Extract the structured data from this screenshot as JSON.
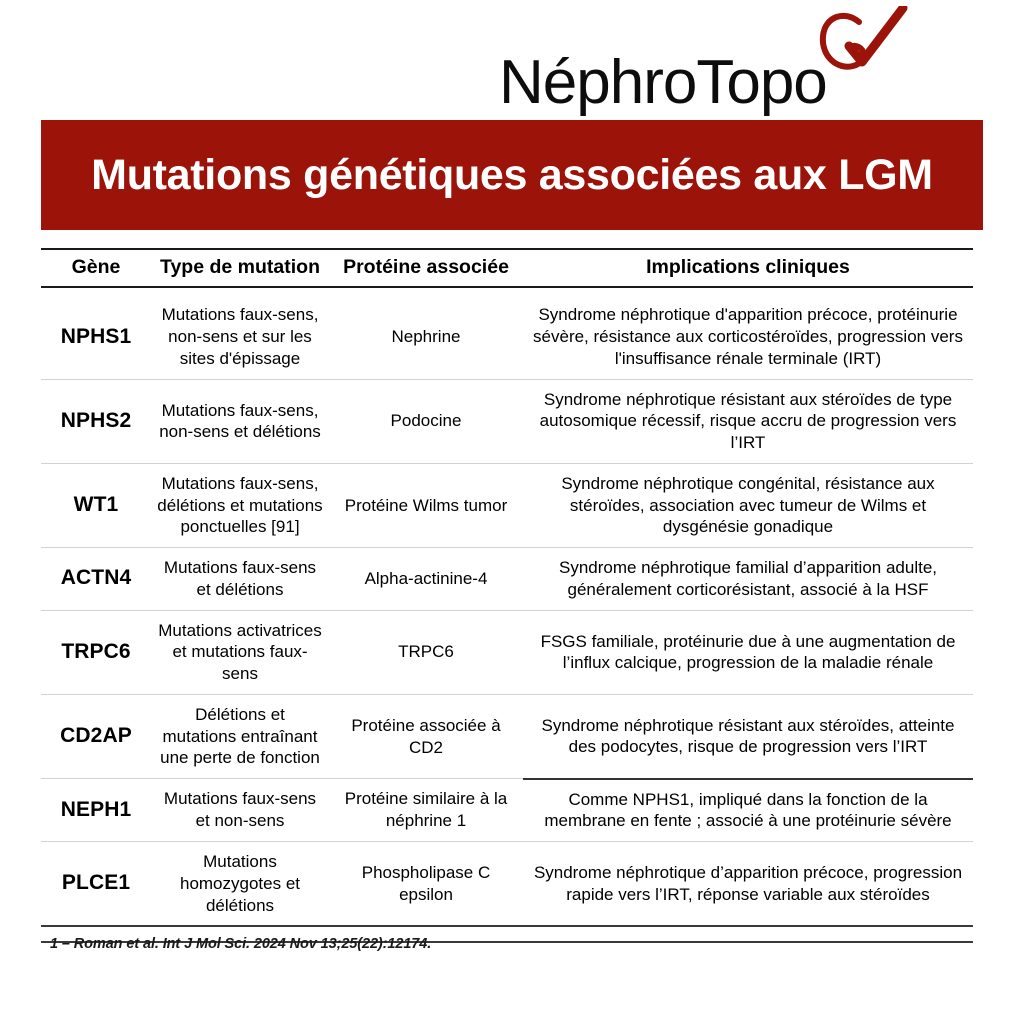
{
  "logo": {
    "wordmark": "NéphroTopo",
    "mark_name": "kidney-checkmark-icon",
    "mark_color": "#9b1309"
  },
  "banner": {
    "title": "Mutations génétiques associées aux LGM",
    "background_color": "#9b1309",
    "text_color": "#ffffff"
  },
  "table": {
    "headers": [
      "Gène",
      "Type de mutation",
      "Protéine associée",
      "Implications cliniques"
    ],
    "rows": [
      {
        "gene": "NPHS1",
        "mutation_type": "Mutations faux-sens, non-sens et sur les sites d'épissage",
        "protein": "Nephrine",
        "clinical": "Syndrome néphrotique d'apparition précoce, protéinurie sévère, résistance aux corticostéroïdes, progression vers l'insuffisance rénale terminale (IRT)"
      },
      {
        "gene": "NPHS2",
        "mutation_type": "Mutations faux-sens, non-sens et délétions",
        "protein": "Podocine",
        "clinical": "Syndrome néphrotique résistant aux stéroïdes de type autosomique récessif, risque accru de progression vers l’IRT"
      },
      {
        "gene": "WT1",
        "mutation_type": "Mutations faux-sens, délétions et mutations ponctuelles [91]",
        "protein": "Protéine Wilms tumor",
        "clinical": "Syndrome néphrotique congénital, résistance aux stéroïdes, association avec tumeur de Wilms et dysgénésie gonadique"
      },
      {
        "gene": "ACTN4",
        "mutation_type": "Mutations faux-sens et délétions",
        "protein": "Alpha-actinine-4",
        "clinical": "Syndrome néphrotique familial d’apparition adulte, généralement corticorésistant, associé à la HSF"
      },
      {
        "gene": "TRPC6",
        "mutation_type": "Mutations activatrices et mutations faux-sens",
        "protein": "TRPC6",
        "clinical": "FSGS familiale, protéinurie due à une augmentation de l’influx calcique, progression de la maladie rénale"
      },
      {
        "gene": "CD2AP",
        "mutation_type": "Délétions et mutations entraînant une perte de fonction",
        "protein": "Protéine associée à CD2",
        "clinical": "Syndrome néphrotique résistant aux stéroïdes, atteinte des podocytes, risque de progression vers l’IRT"
      },
      {
        "gene": "NEPH1",
        "mutation_type": "Mutations faux-sens et non-sens",
        "protein": "Protéine similaire à la néphrine 1",
        "clinical": "Comme NPHS1, impliqué dans la fonction de la membrane en fente ; associé à une protéinurie sévère"
      },
      {
        "gene": "PLCE1",
        "mutation_type": "Mutations homozygotes et délétions",
        "protein": "Phospholipase C epsilon",
        "clinical": "Syndrome néphrotique d’apparition précoce, progression rapide vers l’IRT, réponse variable aux stéroïdes"
      }
    ]
  },
  "footnote": {
    "text": "1 – Roman et al. Int J Mol Sci. 2024 Nov 13;25(22):12174."
  }
}
